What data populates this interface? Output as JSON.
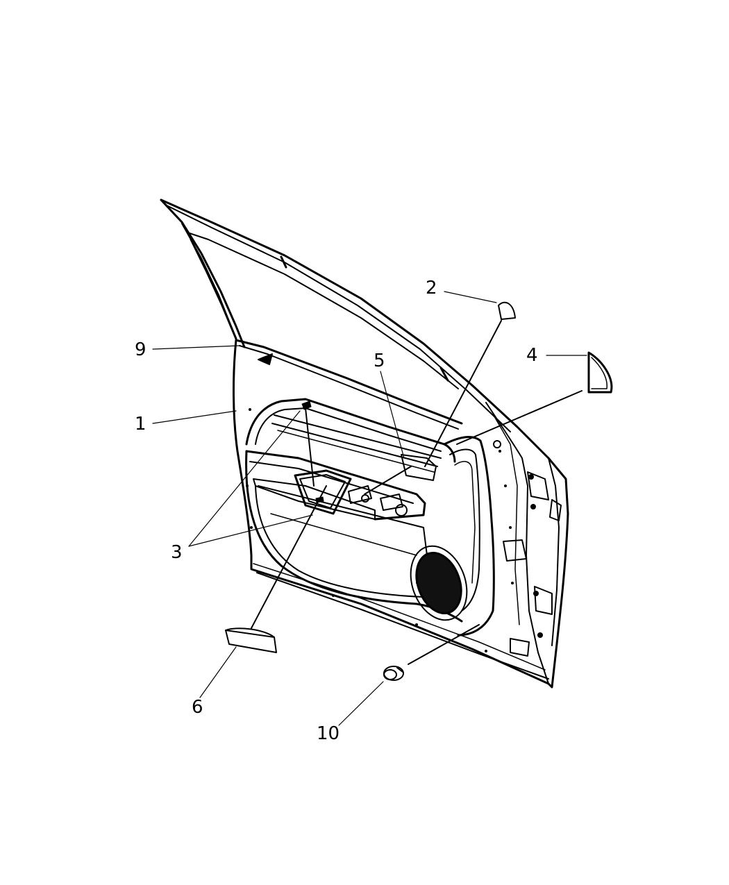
{
  "diagram": {
    "background": "#ffffff",
    "line_color": "#000000",
    "callouts": [
      {
        "id": "c1",
        "label": "1"
      },
      {
        "id": "c2",
        "label": "2"
      },
      {
        "id": "c3",
        "label": "3"
      },
      {
        "id": "c4",
        "label": "4"
      },
      {
        "id": "c5",
        "label": "5"
      },
      {
        "id": "c6",
        "label": "6"
      },
      {
        "id": "c9",
        "label": "9"
      },
      {
        "id": "c10",
        "label": "10"
      }
    ]
  }
}
